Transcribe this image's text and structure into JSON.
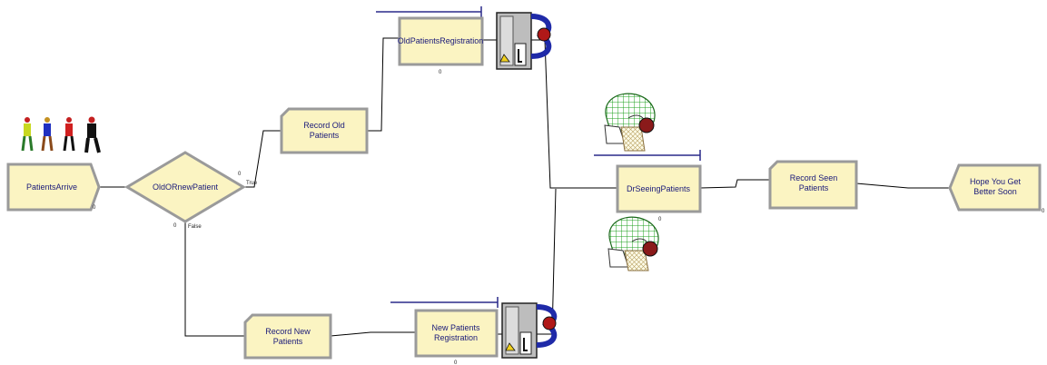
{
  "modules": {
    "patients_arrive": "PatientsArrive",
    "decide": "OldORnewPatient",
    "record_old": [
      "Record Old",
      "Patients"
    ],
    "old_registration": "OldPatientsRegistration",
    "record_new": [
      "Record New",
      "Patients"
    ],
    "new_registration": [
      "New Patients",
      "Registration"
    ],
    "dr_seeing": "DrSeeingPatients",
    "record_seen": [
      "Record Seen",
      "Patients"
    ],
    "dispose": [
      "Hope You Get",
      "Better Soon"
    ]
  },
  "branches": {
    "true_label": "True",
    "false_label": "False"
  },
  "counters": {
    "arrive": "0",
    "decide_true": "0",
    "decide_false": "0",
    "old_registration": "0",
    "new_registration": "0",
    "dr_seeing": "0",
    "dispose": "0"
  },
  "colors": {
    "module_fill": "#fbf4c2",
    "module_border": "#9a9a9a",
    "queue_line": "#2a2a8a",
    "machine_blue": "#1f2aa8",
    "machine_red": "#b01818"
  },
  "icons": [
    "walking-people-icon",
    "machine-resource-icon",
    "doctor-icon"
  ]
}
